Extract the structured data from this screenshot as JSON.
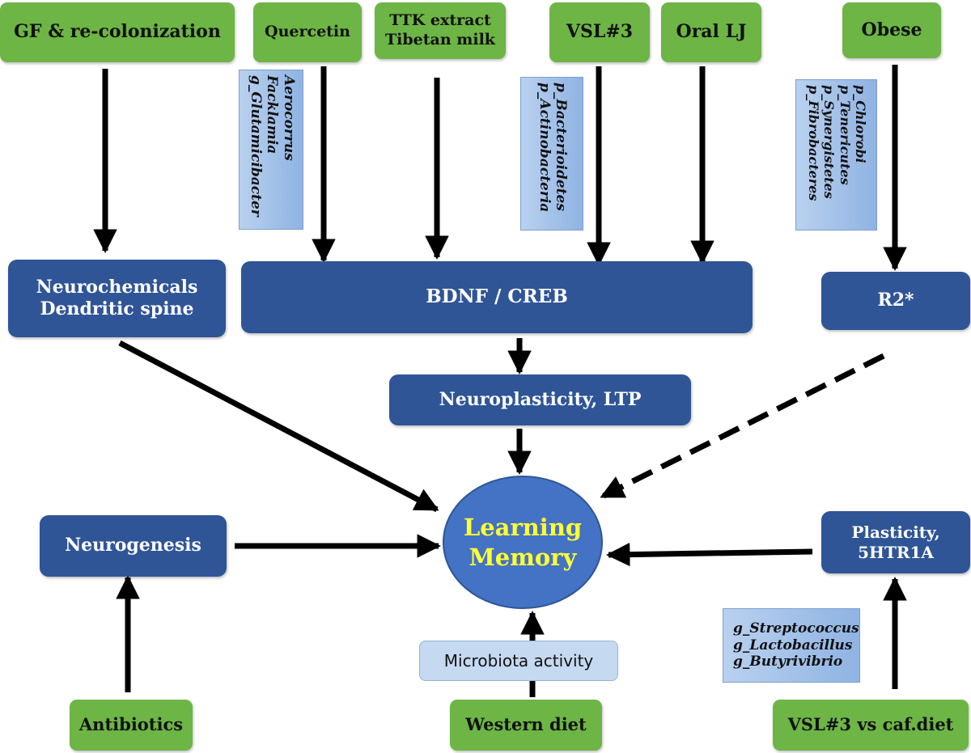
{
  "sources": {
    "gf": "GF & re-colonization",
    "quercetin": "Quercetin",
    "ttk_line1": "TTK extract",
    "ttk_line2": "Tibetan milk",
    "vsl3": "VSL#3",
    "oral_lj": "Oral LJ",
    "obese": "Obese",
    "antibiotics": "Antibiotics",
    "western_diet": "Western diet",
    "vsl3_caf": "VSL#3 vs caf.diet"
  },
  "mechanisms": {
    "neurochem_line1": "Neurochemicals",
    "neurochem_line2": "Dendritic spine",
    "bdnf": "BDNF / CREB",
    "r2": "R2*",
    "neuroplasticity": "Neuroplasticity, LTP",
    "neurogenesis": "Neurogenesis",
    "plasticity_line1": "Plasticity,",
    "plasticity_line2": "5HTR1A"
  },
  "outcome": {
    "line1": "Learning",
    "line2": "Memory"
  },
  "microbiota_activity": "Microbiota activity",
  "taxa": {
    "quercetin": [
      "g_Glutamicibacter",
      "Facklamia",
      "Aerocorrus"
    ],
    "vsl3": [
      "p_Actinobacteria",
      "p_Bacterioidetes"
    ],
    "obese": [
      "p_Fibrobacteres",
      "p_Synergistetes",
      "p_Tenericutes",
      "p_Chlorobi"
    ],
    "vsl3_caf": [
      "g_Streptococcus",
      "g_Lactobacillus",
      "g_Butyrivibrio"
    ]
  },
  "colors": {
    "source_green": "#6db545",
    "mechanism_blue": "#2f5597",
    "outcome_blue": "#4472c4",
    "outcome_text": "#ffff33",
    "taxa_box": "#a9c4e9",
    "arrow": "#000000"
  }
}
